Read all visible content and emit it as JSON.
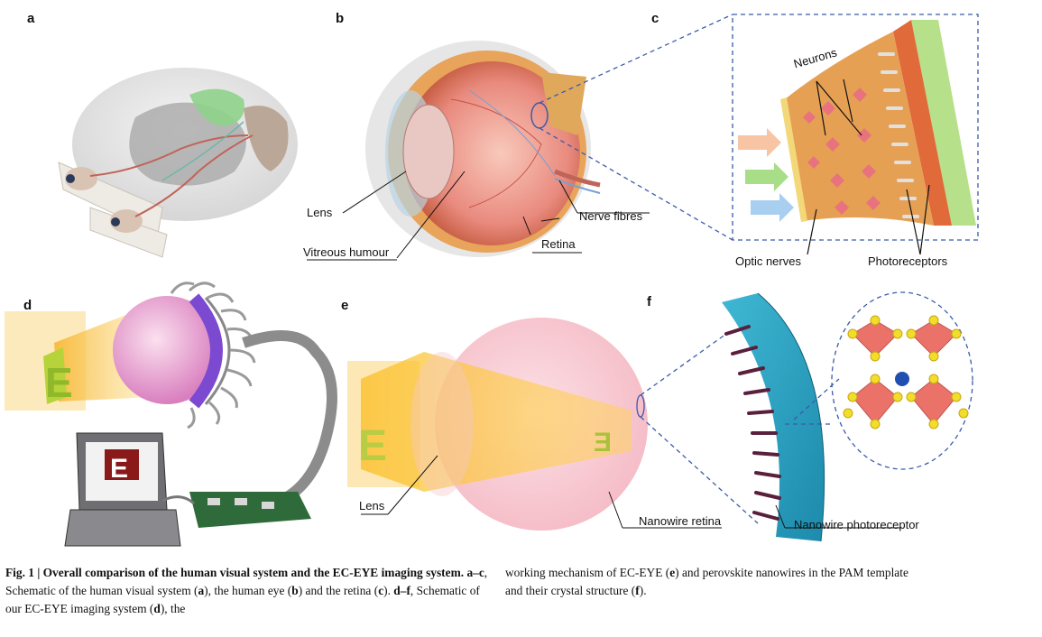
{
  "panels": {
    "a": "a",
    "b": "b",
    "c": "c",
    "d": "d",
    "e": "e",
    "f": "f"
  },
  "labels": {
    "lens_b": "Lens",
    "vitreous": "Vitreous humour",
    "retina": "Retina",
    "nerve_fibres": "Nerve fibres",
    "neurons": "Neurons",
    "optic_nerves": "Optic nerves",
    "photoreceptors": "Photoreceptors",
    "lens_e": "Lens",
    "nanowire_retina": "Nanowire retina",
    "nanowire_photoreceptor": "Nanowire photoreceptor",
    "letter_e": "E"
  },
  "caption": {
    "fig_label": "Fig. 1 | Overall comparison of the human visual system and the EC-EYE imaging system.",
    "col1_l1_rest": " Schematic of the human visual system (",
    "a_c": "a–c",
    "col1_a": "a",
    "col1_l1_end": "), the human eye",
    "col1_l2_start": "(",
    "col1_b": "b",
    "col1_l2_mid": ") and the retina (",
    "col1_c": "c",
    "col1_l2_mid2": "). ",
    "d_f": "d–f",
    "col1_l2_end": ", Schematic of our EC-EYE imaging system (",
    "col1_d": "d",
    "col1_l2_end2": "), the",
    "col2_l1_start": "working mechanism of EC-EYE (",
    "col2_e": "e",
    "col2_l1_end": ") and perovskite nanowires in the PAM",
    "col2_l2_start": "template and their crystal structure (",
    "col2_f": "f",
    "col2_l2_end": ")."
  },
  "colors": {
    "dashed_blue": "#3b5ba8",
    "orange_light": "#f7b733",
    "eye_pink": "#e98a7e",
    "teal": "#2aa8c4",
    "perovskite_red": "#e85a4f"
  }
}
